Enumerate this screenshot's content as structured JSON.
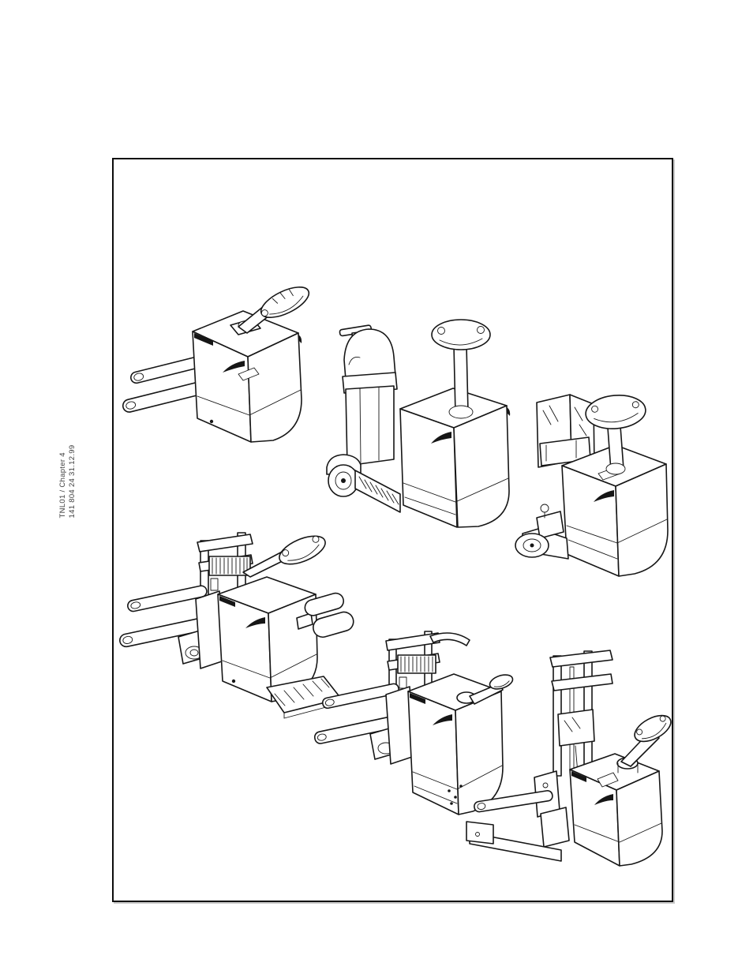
{
  "sidebar_note": {
    "line1": "TNL01 / Chapter 4",
    "line2": "141 804 24 31.12.99"
  },
  "illustrations": [
    {
      "name": "low-lift-pallet-truck"
    },
    {
      "name": "platform-tow-tractor"
    },
    {
      "name": "pallet-truck-with-load-backrest"
    },
    {
      "name": "double-stacker-with-driver-platform"
    },
    {
      "name": "pedestrian-double-stacker"
    },
    {
      "name": "high-lift-pedestrian-stacker"
    }
  ],
  "colors": {
    "line": "#161616",
    "paper": "#ffffff",
    "frame_border": "#0d0d0d"
  }
}
